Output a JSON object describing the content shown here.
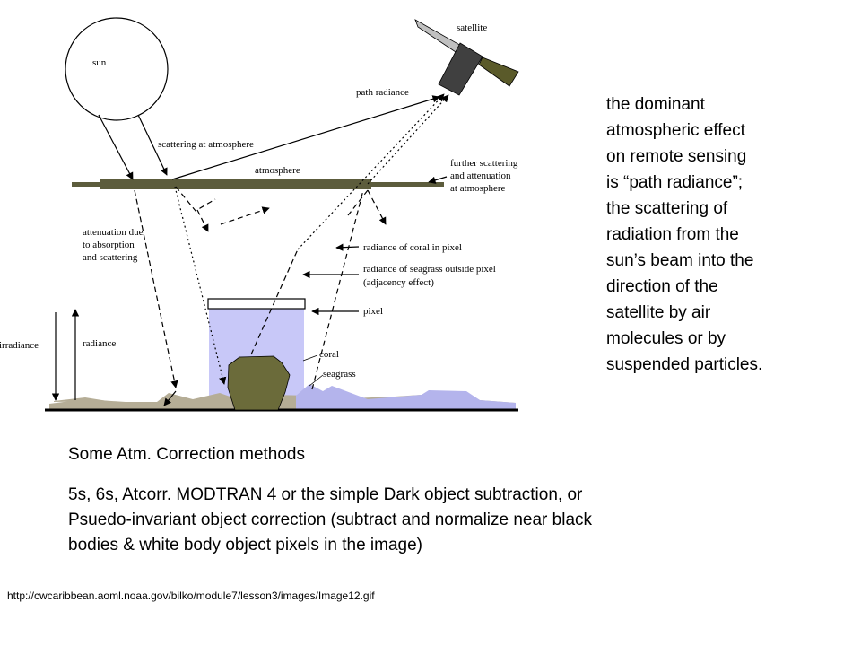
{
  "diagram": {
    "labels": {
      "sun": "sun",
      "satellite": "satellite",
      "path_radiance": "path radiance",
      "scattering_at_atmosphere": "scattering at atmosphere",
      "atmosphere": "atmosphere",
      "further_scattering": [
        "further scattering",
        "and attenuation",
        "at atmosphere"
      ],
      "attenuation": [
        "attenuation due",
        "to absorption",
        "and scattering"
      ],
      "radiance_coral": "radiance of coral in pixel",
      "radiance_seagrass": [
        "radiance of seagrass outside pixel",
        "(adjacency effect)"
      ],
      "pixel": "pixel",
      "irradiance": "irradiance",
      "radiance": "radiance",
      "coral": "coral",
      "seagrass": "seagrass"
    },
    "colors": {
      "pixel_fill": "#c8c8f8",
      "atmosphere": "#5c5c3c",
      "coral": "#6b6b3a",
      "seagrass": "#b4b4ec",
      "sand": "#b5ad96",
      "satellite_body": "#404040",
      "satellite_panel_dark": "#5a5a2a",
      "satellite_panel_light": "#c0c0c0"
    }
  },
  "side_text": [
    "the dominant",
    "atmospheric effect",
    "on remote sensing",
    "is “path radiance”;",
    "the scattering of",
    "radiation from the",
    "sun’s beam into the",
    "direction of the",
    "satellite by air",
    "molecules or by",
    "suspended particles."
  ],
  "methods": {
    "heading": "Some Atm. Correction methods",
    "body": [
      "5s, 6s, Atcorr. MODTRAN 4 or the simple Dark object subtraction, or",
      "Psuedo-invariant object correction (subtract and normalize near black",
      "bodies & white body object pixels in the image)"
    ]
  },
  "source_url": "http://cwcaribbean.aoml.noaa.gov/bilko/module7/lesson3/images/Image12.gif"
}
